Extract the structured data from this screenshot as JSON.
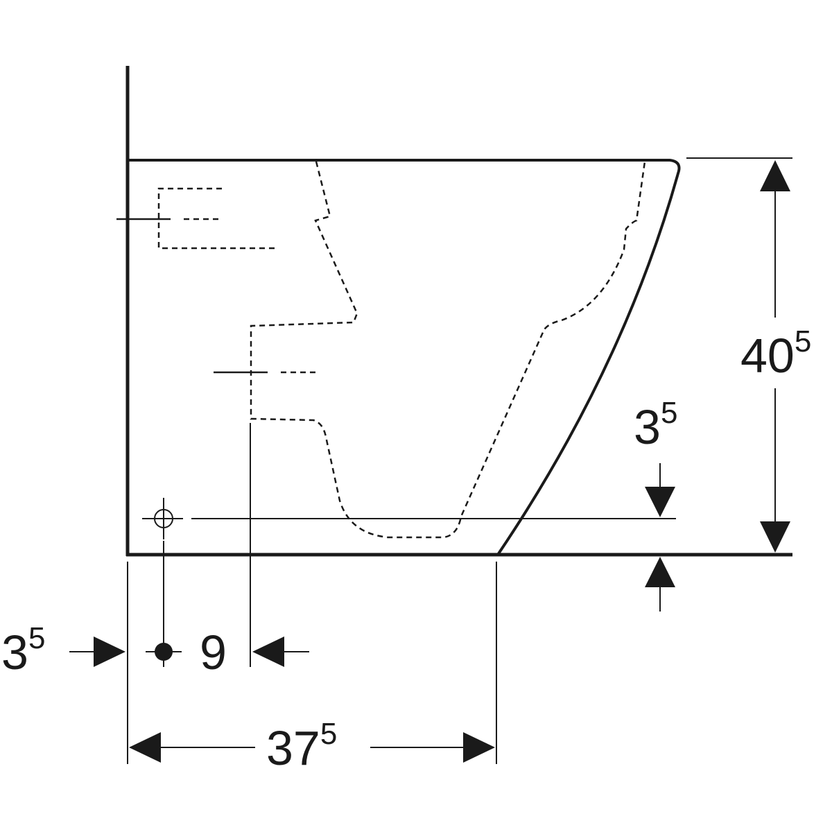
{
  "diagram": {
    "colors": {
      "line": "#1a1a1a",
      "background": "#ffffff"
    },
    "dimensions": {
      "height_total": {
        "main": "40",
        "sup": "5"
      },
      "rim_offset": {
        "main": "3",
        "sup": "5"
      },
      "wall_offset": {
        "main": "3",
        "sup": "5"
      },
      "outlet_distance": {
        "main": "9"
      },
      "depth_at_floor": {
        "main": "37",
        "sup": "5"
      }
    }
  }
}
